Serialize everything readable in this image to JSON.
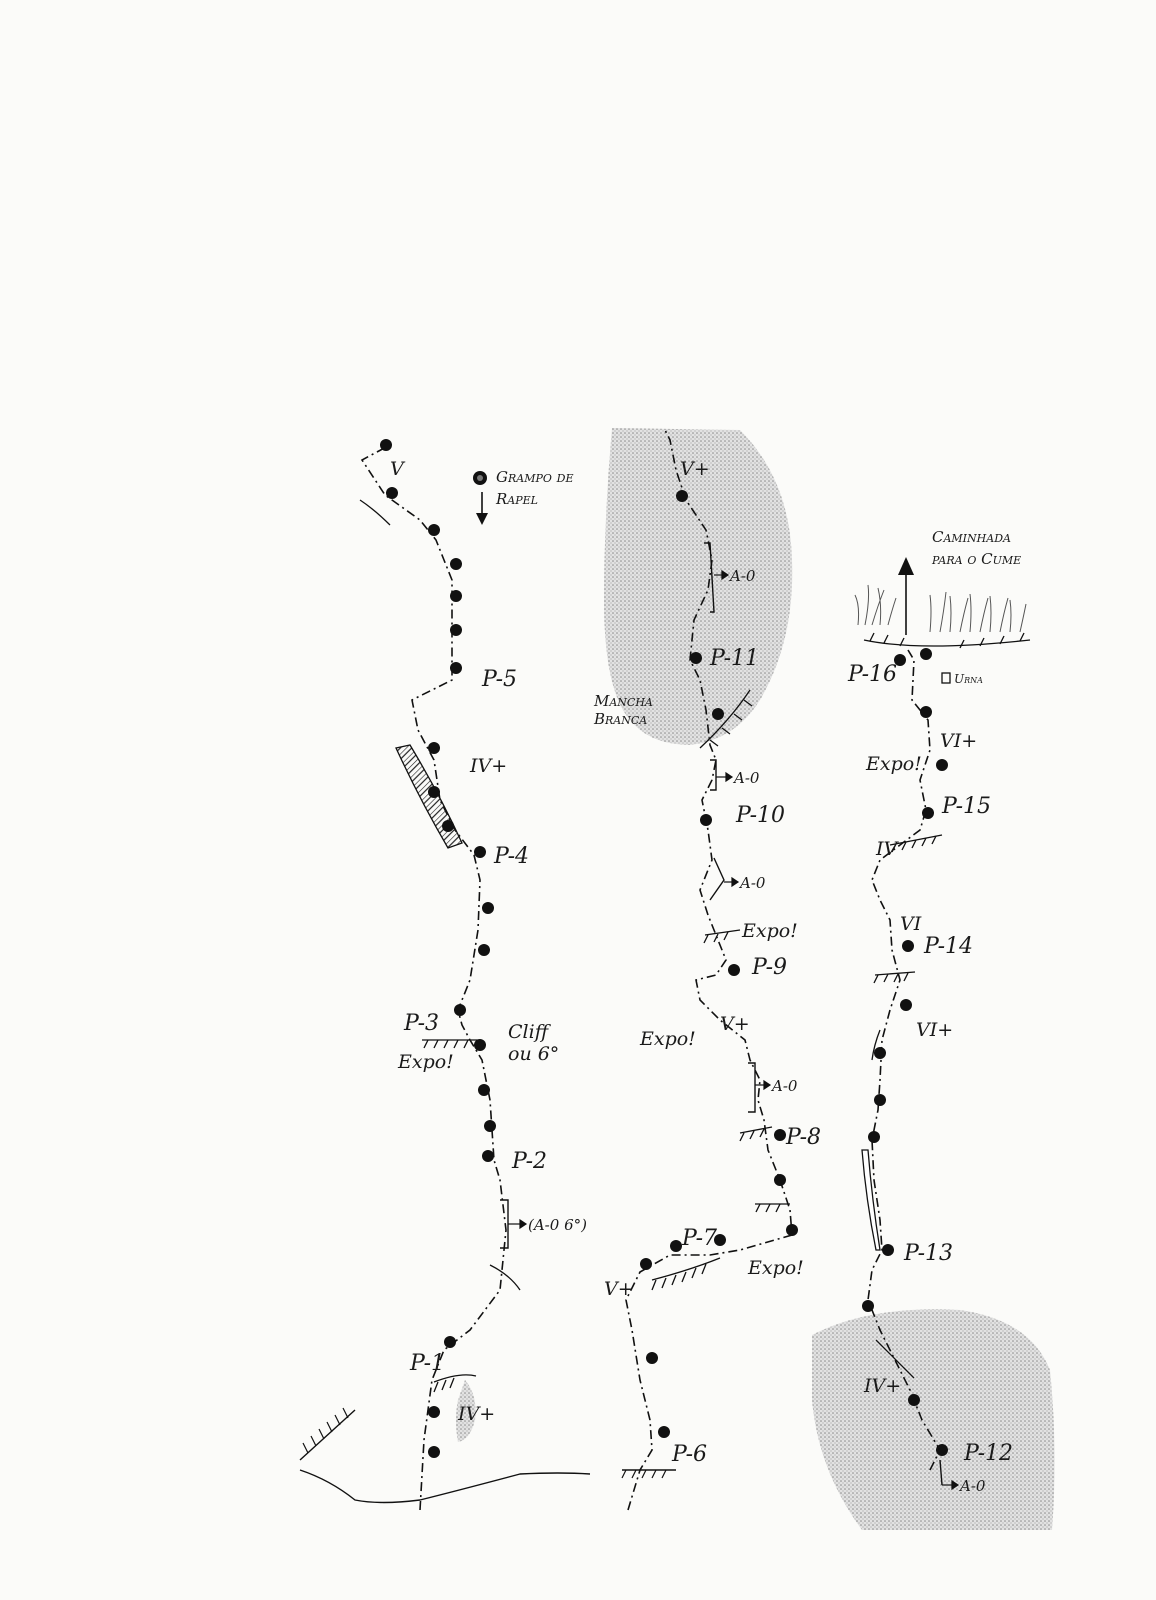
{
  "legend": {
    "rappel_anchor": "Grampo de Rapel"
  },
  "summit": {
    "label": "Caminhada para o Cume",
    "box_label": "Urna"
  },
  "features": {
    "white_patch": "Mancha Branca",
    "cliff": "Cliff ou 6°"
  },
  "pitches": [
    "P-1",
    "P-2",
    "P-3",
    "P-4",
    "P-5",
    "P-6",
    "P-7",
    "P-8",
    "P-9",
    "P-10",
    "P-11",
    "P-12",
    "P-13",
    "P-14",
    "P-15",
    "P-16"
  ],
  "grades": {
    "col1_top": "V",
    "col1_mid": "IV+",
    "col1_base": "IV+",
    "col2_top": "V+",
    "col2_mid": "V+",
    "col2_low": "V+",
    "col3_a": "VI+",
    "col3_b": "IV",
    "col3_c": "VI",
    "col3_d": "VI+",
    "col3_e": "IV+"
  },
  "aid": {
    "p1_aid": "(A-0 6°)",
    "a0": "A-0"
  },
  "warnings": {
    "expo": "Expo!"
  },
  "colors": {
    "ink": "#111111",
    "shade": "#d4d4d4",
    "paper": "#fbfbf9"
  }
}
